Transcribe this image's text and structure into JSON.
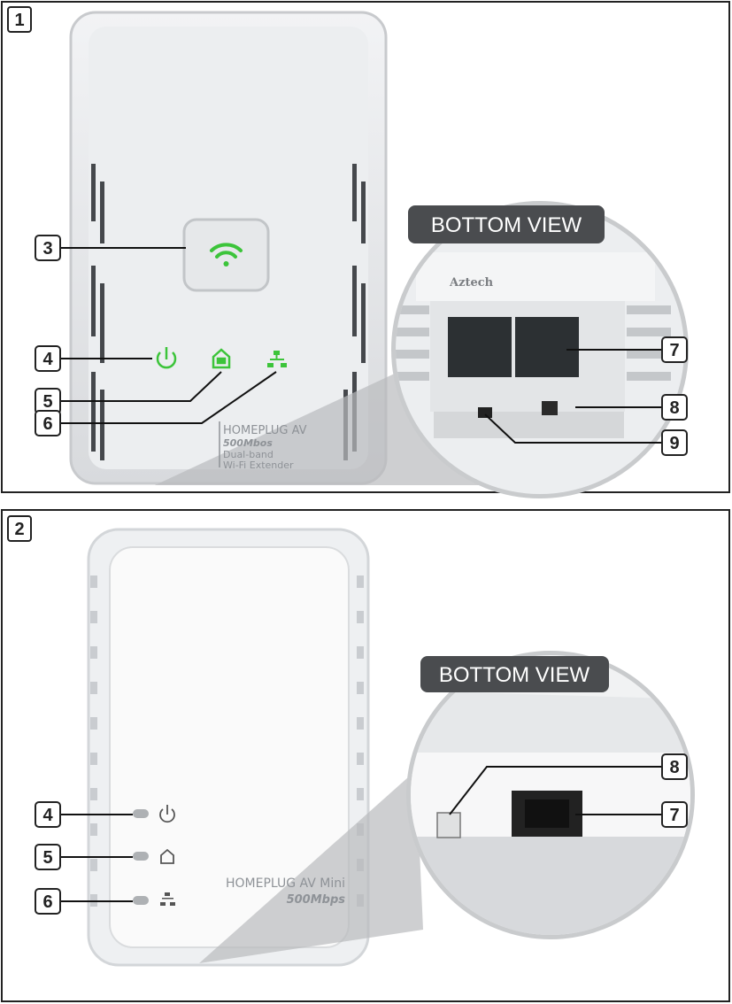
{
  "panels": [
    {
      "number": "1",
      "bottom_view_label": "BOTTOM VIEW",
      "device_text": {
        "line1": "HOMEPLUG AV",
        "line2": "500Mbos",
        "line3": "Dual-band",
        "line4": "Wi-Fi Extender"
      },
      "brand": "Aztech",
      "callouts": [
        "3",
        "4",
        "5",
        "6",
        "7",
        "8",
        "9"
      ]
    },
    {
      "number": "2",
      "bottom_view_label": "BOTTOM VIEW",
      "device_text": {
        "line1": "HOMEPLUG AV Mini",
        "line2": "500Mbps"
      },
      "callouts": [
        "4",
        "5",
        "6",
        "8",
        "7"
      ]
    }
  ],
  "colors": {
    "led_green": "#3cc43a",
    "label_bg": "#4a4c4f",
    "border": "#222222"
  }
}
